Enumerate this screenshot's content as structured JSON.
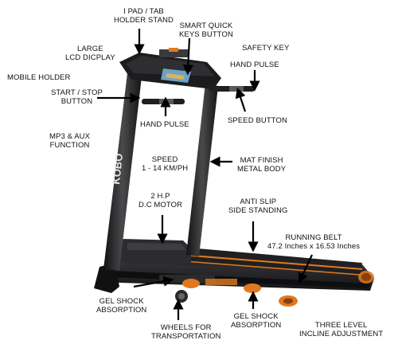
{
  "brand": "KOBO",
  "labels": {
    "ipad_holder": [
      "I PAD / TAB",
      "HOLDER STAND"
    ],
    "smart_keys": [
      "SMART QUICK",
      "KEYS BUTTON"
    ],
    "lcd_display": [
      "LARGE",
      "LCD DICPLAY"
    ],
    "safety_key": [
      "SAFETY KEY"
    ],
    "hand_pulse_top": [
      "HAND PULSE"
    ],
    "mobile_holder": [
      "MOBILE HOLDER"
    ],
    "start_stop": [
      "START / STOP",
      "BUTTON"
    ],
    "hand_pulse_bottom": [
      "HAND PULSE"
    ],
    "speed_button": [
      "SPEED BUTTON"
    ],
    "mp3_aux": [
      "MP3 & AUX",
      "FUNCTION"
    ],
    "speed": [
      "SPEED",
      "1 - 14 KM/PH"
    ],
    "mat_finish": [
      "MAT FINISH",
      "METAL BODY"
    ],
    "motor": [
      "2 H.P",
      "D.C MOTOR"
    ],
    "anti_slip": [
      "ANTI SLIP",
      "SIDE STANDING"
    ],
    "running_belt": [
      "RUNNING BELT",
      "47.2 Inches x 16.53 Inches"
    ],
    "gel_shock_left": [
      "GEL SHOCK",
      "ABSORPTION"
    ],
    "gel_shock_right": [
      "GEL SHOCK",
      "ABSORPTION"
    ],
    "wheels": [
      "WHEELS FOR",
      "TRANSPORTATION"
    ],
    "incline": [
      "THREE LEVEL",
      "INCLINE ADJUSTMENT"
    ]
  },
  "colors": {
    "frame": "#1c1c1e",
    "frame_light": "#3a3a3d",
    "accent": "#e07a1f",
    "arrow": "#000000"
  }
}
